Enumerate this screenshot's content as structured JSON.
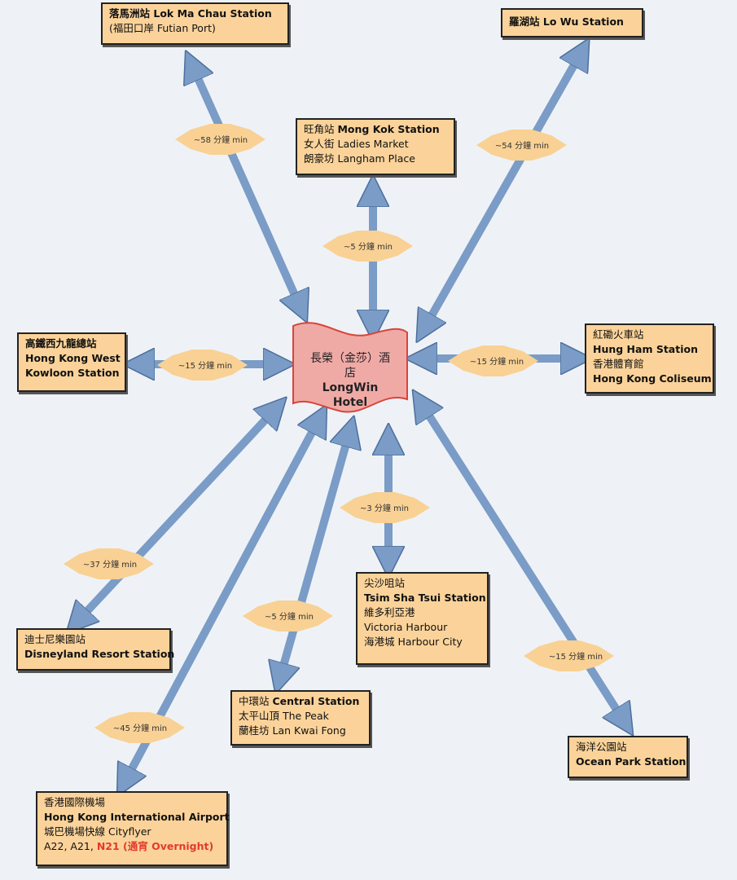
{
  "hotel": {
    "zh": "長榮（金莎）酒店",
    "en": "LongWin Hotel"
  },
  "destinations": {
    "lok_ma_chau": {
      "line1": "落馬洲站  Lok Ma Chau Station",
      "line2": "(福田口岸  Futian Port)",
      "time": "~58 分鐘 min"
    },
    "lo_wu": {
      "line1": "羅湖站 Lo Wu Station",
      "time": "~54 分鐘 min"
    },
    "mong_kok": {
      "line1_zh": "旺角站 ",
      "line1_en": "Mong Kok Station",
      "line2": "女人街  Ladies Market",
      "line3": "朗豪坊 Langham Place",
      "time": "~5 分鐘 min"
    },
    "hk_west_kowloon": {
      "line1": "高鐵西九龍總站",
      "line2": "Hong Kong West",
      "line3": "Kowloon Station",
      "time": "~15 分鐘 min"
    },
    "hung_ham": {
      "line1": "紅磡火車站",
      "line2": "Hung Ham Station",
      "line3": "香港體育館",
      "line4": "Hong Kong Coliseum",
      "time": "~15 分鐘 min"
    },
    "tsim_sha_tsui": {
      "line1": "尖沙咀站",
      "line2": "Tsim Sha Tsui Station",
      "line3": "維多利亞港",
      "line4": "Victoria Harbour",
      "line5": "海港城  Harbour City",
      "time": "~3 分鐘 min"
    },
    "disneyland": {
      "line1": "迪士尼樂園站",
      "line2": "Disneyland Resort Station",
      "time": "~37 分鐘 min"
    },
    "central": {
      "line1_zh": "中環站 ",
      "line1_en": "Central Station",
      "line2": "太平山頂  The Peak",
      "line3": "蘭桂坊 Lan Kwai Fong",
      "time": "~5 分鐘 min"
    },
    "ocean_park": {
      "line1": "海洋公園站",
      "line2": "Ocean Park Station",
      "time": "~15 分鐘 min"
    },
    "airport": {
      "line1": "香港國際機場",
      "line2": "Hong Kong International Airport",
      "line3": "城巴機場快線  Cityflyer",
      "line4_prefix": "A22, A21, ",
      "line4_red": "N21 (通宵 Overnight)",
      "time": "~45 分鐘 min"
    }
  },
  "colors": {
    "arrow": "#7a9cc6",
    "arrow_edge": "#4d6f9c",
    "box": "#fbd39a",
    "badge": "#f9d194",
    "hotel_fill": "#f0aaa6",
    "hotel_edge": "#d9443a"
  }
}
